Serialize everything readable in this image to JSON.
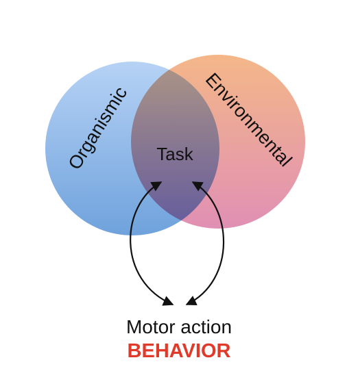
{
  "diagram": {
    "circles": {
      "left": {
        "label": "Organismic",
        "color_top": "#b6d2f5",
        "color_bottom": "#6fa2dc"
      },
      "right": {
        "label": "Environmental",
        "color_top": "#f3b17e",
        "color_bottom": "#de86ae"
      }
    },
    "intersection_label": "Task",
    "arrow_color": "#111111",
    "caption": {
      "primary": "Motor action",
      "secondary": "BEHAVIOR",
      "secondary_color": "#e03a2a"
    }
  }
}
